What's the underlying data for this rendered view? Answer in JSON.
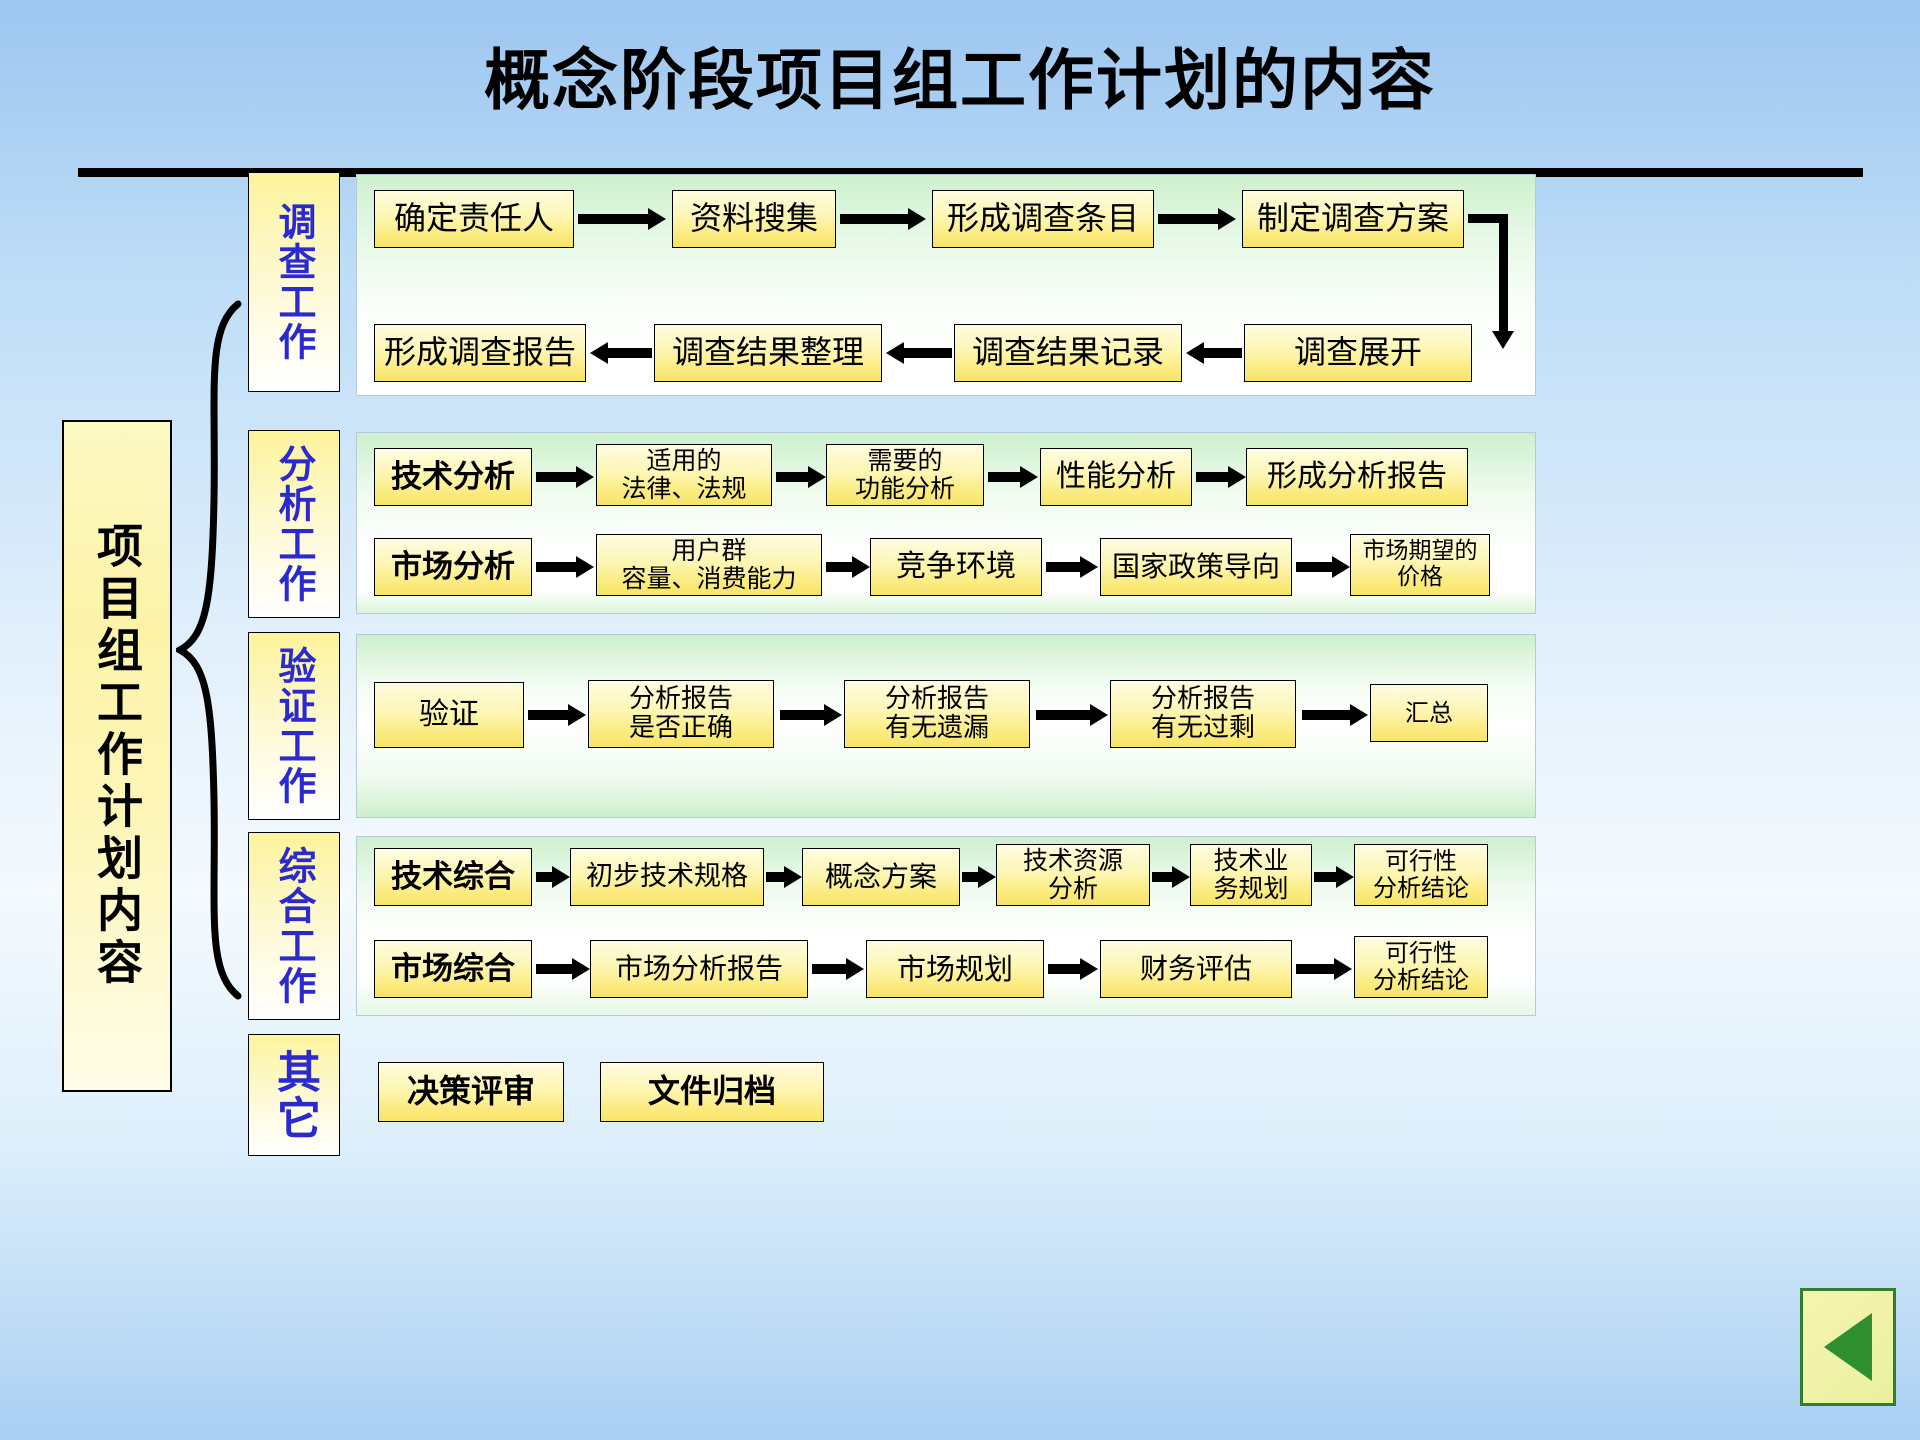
{
  "title": "概念阶段项目组工作计划的内容",
  "master": {
    "label": "项目组工作计划内容"
  },
  "categories": [
    {
      "id": "survey",
      "label": "调查工作"
    },
    {
      "id": "analysis",
      "label": "分析工作"
    },
    {
      "id": "verify",
      "label": "验证工作"
    },
    {
      "id": "synth",
      "label": "综合工作"
    },
    {
      "id": "other",
      "label": "其它"
    }
  ],
  "sections": {
    "survey": {
      "row1": [
        "确定责任人",
        "资料搜集",
        "形成调查条目",
        "制定调查方案"
      ],
      "row2": [
        "形成调查报告",
        "调查结果整理",
        "调查结果记录",
        "调查展开"
      ]
    },
    "analysis": {
      "tech": [
        "技术分析",
        "适用的\n法律、法规",
        "需要的\n功能分析",
        "性能分析",
        "形成分析报告"
      ],
      "market": [
        "市场分析",
        "用户群\n容量、消费能力",
        "竞争环境",
        "国家政策导向",
        "市场期望的\n价格"
      ]
    },
    "verify": {
      "row": [
        "验证",
        "分析报告\n是否正确",
        "分析报告\n有无遗漏",
        "分析报告\n有无过剩",
        "汇总"
      ]
    },
    "synth": {
      "tech": [
        "技术综合",
        "初步技术规格",
        "概念方案",
        "技术资源\n分析",
        "技术业\n务规划",
        "可行性\n分析结论"
      ],
      "market": [
        "市场综合",
        "市场分析报告",
        "市场规划",
        "财务评估",
        "可行性\n分析结论"
      ]
    },
    "other": {
      "row": [
        "决策评审",
        "文件归档"
      ]
    }
  },
  "nav": {
    "back_icon": "triangle-left-icon"
  },
  "colors": {
    "box_fill": "#fdf6b4",
    "box_border": "#000000",
    "category_text": "#2a2ad0",
    "panel_green": "#cdf0cd",
    "background_blue": "#bcdcf7"
  }
}
